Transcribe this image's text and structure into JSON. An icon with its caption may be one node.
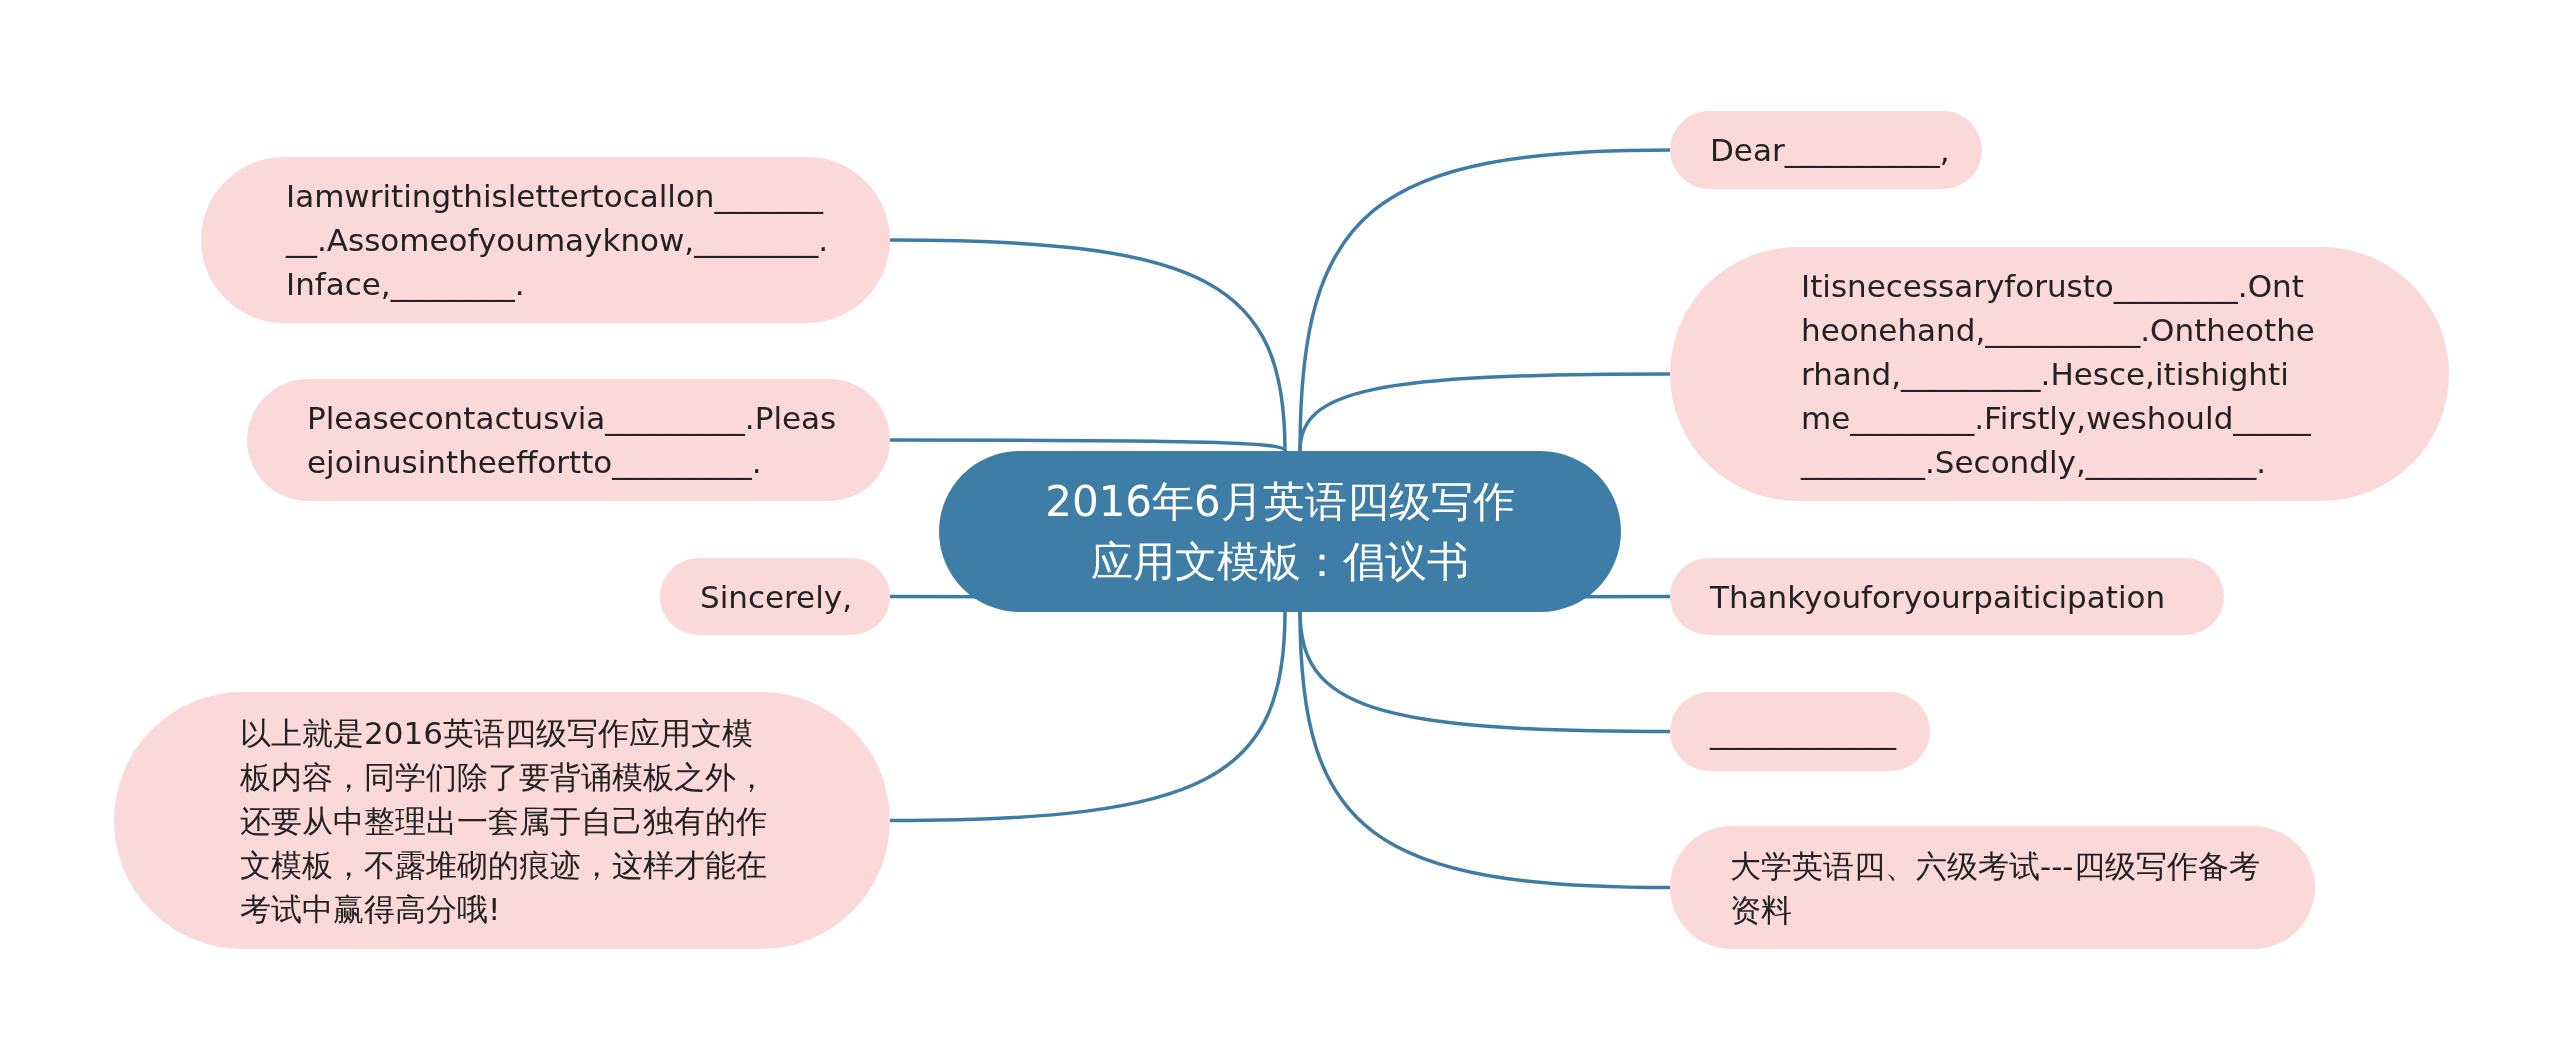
{
  "diagram": {
    "nodes": [
      {
        "text": [
          "2016年6月英语四级写作应用文模板：倡议书"
        ]
      },
      {
        "text": [
          "Iamwritingthislettertocallon_________.Assomeofyoumayknow,________.Inface,________."
        ]
      },
      {
        "text": [
          "Pleasecontactusvia_________.Pleasejoinusintheeffortto_________."
        ]
      },
      {
        "text": [
          "Sincerely,"
        ]
      },
      {
        "text": [
          "以上就是2016英语四级写作应用文模板内容，同学们除了要背诵模板之外，还要从中整理出一套属于自己独有的作文模板，不露堆砌的痕迹，这样才能在考试中赢得高分哦!"
        ]
      },
      {
        "text": [
          "Dear__________,"
        ]
      },
      {
        "text": [
          "Itisnecessaryforusto________.Ontheonehand,__________.Ontheotherhand,_________.Hesce,itishightime________.Firstly,weshould_____________.Secondly,___________."
        ]
      },
      {
        "text": [
          "Thankyouforyourpaiticipation"
        ]
      },
      {
        "text": [
          "____________"
        ]
      },
      {
        "text": [
          "大学英语四、六级考试---四级写作备考资料"
        ]
      }
    ],
    "edges": [
      {
        "from": 0,
        "to": 1,
        "arrow": "none"
      },
      {
        "from": 0,
        "to": 2,
        "arrow": "none"
      },
      {
        "from": 0,
        "to": 3,
        "arrow": "none"
      },
      {
        "from": 0,
        "to": 4,
        "arrow": "none"
      },
      {
        "from": 0,
        "to": 5,
        "arrow": "none"
      },
      {
        "from": 0,
        "to": 6,
        "arrow": "none"
      },
      {
        "from": 0,
        "to": 7,
        "arrow": "none"
      },
      {
        "from": 0,
        "to": 8,
        "arrow": "none"
      },
      {
        "from": 0,
        "to": 9,
        "arrow": "none"
      }
    ]
  }
}
